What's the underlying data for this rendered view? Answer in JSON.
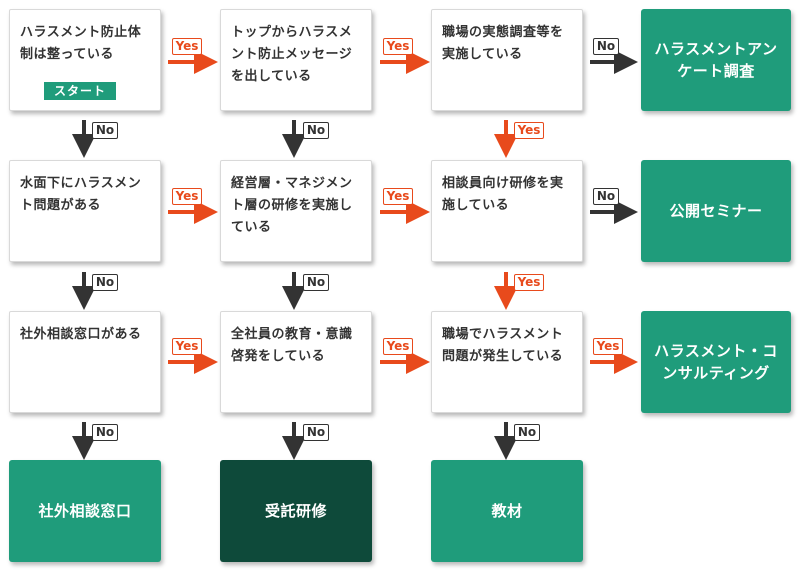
{
  "questions": {
    "q1": [
      "ハラスメント防止体",
      "制は整っている"
    ],
    "q2": [
      "トップからハラスメ",
      "ント防止メッセージ",
      "を出している"
    ],
    "q3": [
      "職場の実態調査等を",
      "実施している"
    ],
    "q4": [
      "水面下にハラスメン",
      "ト問題がある"
    ],
    "q5": [
      "経営層・マネジメン",
      "ト層の研修を実施し",
      "ている"
    ],
    "q6": [
      "相談員向け研修を実",
      "施している"
    ],
    "q7": [
      "社外相談窓口がある"
    ],
    "q8": [
      "全社員の教育・意識",
      "啓発をしている"
    ],
    "q9": [
      "職場でハラスメント",
      "問題が発生している"
    ]
  },
  "start_label": "スタート",
  "results": {
    "r1": [
      "ハラスメントアン",
      "ケート調査"
    ],
    "r2": [
      "公開セミナー"
    ],
    "r3": [
      "ハラスメント・コ",
      "ンサルティング"
    ],
    "r4": [
      "社外相談窓口"
    ],
    "r5": [
      "受託研修"
    ],
    "r6": [
      "教材"
    ]
  },
  "yes_label": "Yes",
  "no_label": "No",
  "colors": {
    "green": "#1f9c7b",
    "dark_green": "#0e4a3a",
    "yes": "#e84a1c",
    "no": "#333333"
  }
}
